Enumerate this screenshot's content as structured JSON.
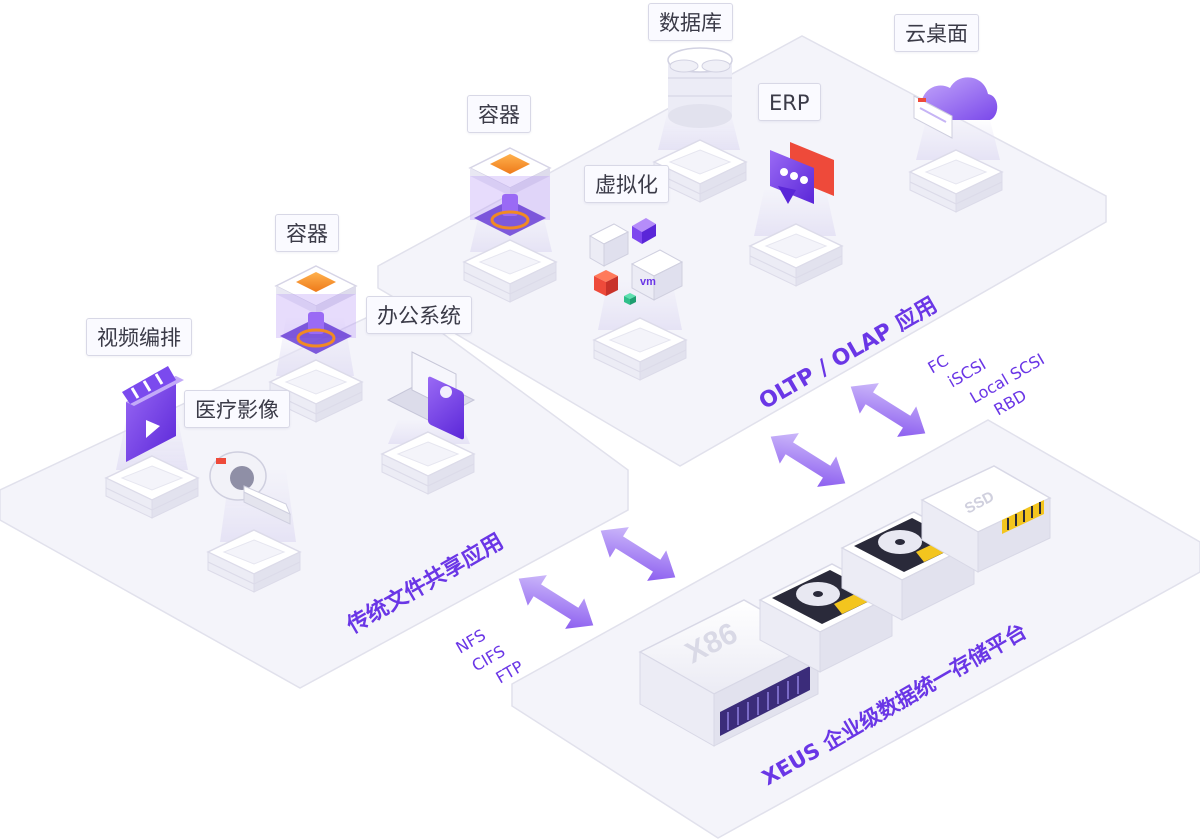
{
  "labels": {
    "video": "视频编排",
    "medical": "医疗影像",
    "container_left": "容器",
    "office": "办公系统",
    "container_top": "容器",
    "virtualization": "虚拟化",
    "database": "数据库",
    "erp": "ERP",
    "desktop": "云桌面"
  },
  "platforms": {
    "file_sharing": "传统文件共享应用",
    "oltp": "OLTP / OLAP 应用",
    "storage": "XEUS 企业级数据统一存储平台"
  },
  "protocols": {
    "nas": [
      "NFS",
      "CIFS",
      "FTP"
    ],
    "san": [
      "FC",
      "iSCSI",
      "Local SCSI",
      "RBD"
    ]
  },
  "device_marks": {
    "server": "X86",
    "ssd": "SSD",
    "vm": "vm"
  },
  "colors": {
    "accent": "#6a36e6",
    "accent_light": "#b89cf5",
    "orange": "#f08a24",
    "red": "#ee4a3a",
    "yellow": "#f3c51e",
    "panel": "#f5f5fb",
    "panel_border": "#e1e1ec"
  }
}
